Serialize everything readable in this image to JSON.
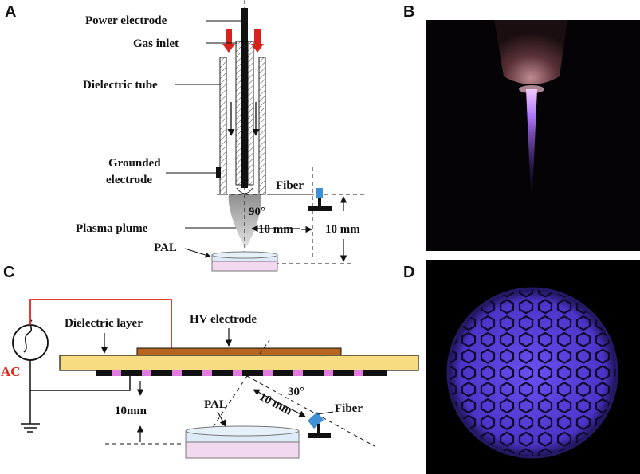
{
  "panels": {
    "a": "A",
    "b": "B",
    "c": "C",
    "d": "D"
  },
  "panel_a": {
    "power_electrode": "Power electrode",
    "gas_inlet": "Gas inlet",
    "dielectric_tube": "Dielectric tube",
    "grounded_electrode_line1": "Grounded",
    "grounded_electrode_line2": "electrode",
    "plasma_plume": "Plasma plume",
    "pal": "PAL",
    "fiber": "Fiber",
    "angle": "90°",
    "distance_horizontal": "10 mm",
    "distance_vertical": "10 mm"
  },
  "panel_c": {
    "dielectric_layer": "Dielectric layer",
    "hv_electrode": "HV electrode",
    "ac": "AC",
    "distance_vertical": "10mm",
    "pal": "PAL",
    "angle": "30°",
    "distance_diagonal": "10 mm",
    "fiber": "Fiber"
  },
  "colors": {
    "gas_arrow": "#d9221c",
    "ac_wire": "#e1251b",
    "dielectric_layer": "#f8dc82",
    "hv_electrode": "#b5651d",
    "pink_discharge": "#e27be0",
    "fiber_tip": "#3f8fd6",
    "plasma_glow": "#9a6cff",
    "dbd_glow": "#7a55ff",
    "pal_liquid": "#f3d9ef",
    "pal_dish": "#dcebf7"
  }
}
